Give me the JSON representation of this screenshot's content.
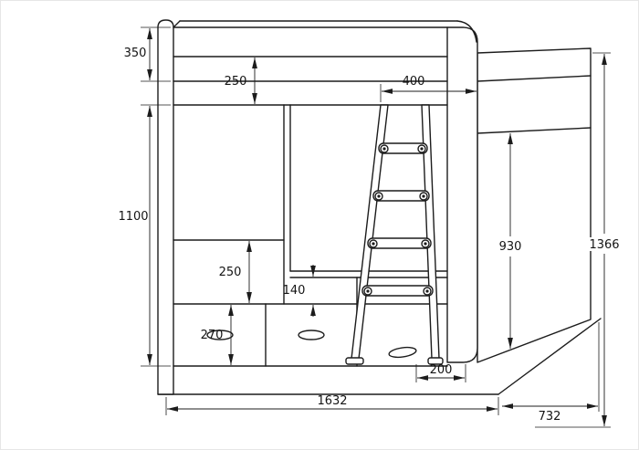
{
  "drawing": {
    "subject": "bunk-bed-with-drawers-and-ladder-technical-drawing",
    "background": "#ffffff",
    "line_color": "#1c1c1c",
    "labels": {
      "top_rail_height": "350",
      "guard_panel_height": "250",
      "ladder_top_width": "400",
      "middle_section_height": "1100",
      "upper_drawer_height": "250",
      "recess_height": "140",
      "lower_drawer_height": "270",
      "rear_section_height": "930",
      "overall_height": "1366",
      "ladder_foot_offset": "200",
      "overall_width": "1632",
      "overall_depth": "732"
    }
  }
}
